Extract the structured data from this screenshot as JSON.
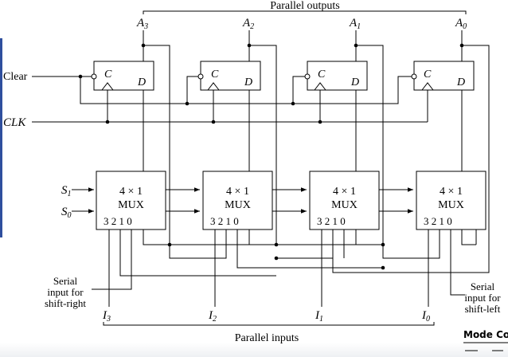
{
  "diagram": {
    "title_top": "Parallel outputs",
    "title_bottom": "Parallel inputs",
    "outputs": [
      {
        "main": "A",
        "sub": "3"
      },
      {
        "main": "A",
        "sub": "2"
      },
      {
        "main": "A",
        "sub": "1"
      },
      {
        "main": "A",
        "sub": "0"
      }
    ],
    "inputs": [
      {
        "main": "I",
        "sub": "3"
      },
      {
        "main": "I",
        "sub": "2"
      },
      {
        "main": "I",
        "sub": "1"
      },
      {
        "main": "I",
        "sub": "0"
      }
    ],
    "clear_label": "Clear",
    "clk_label": "CLK",
    "select": [
      {
        "main": "S",
        "sub": "1"
      },
      {
        "main": "S",
        "sub": "0"
      }
    ],
    "flipflop": {
      "clear_pin": "C",
      "data_pin": "D"
    },
    "mux": {
      "line1": "4 × 1",
      "line2": "MUX",
      "pins": "3 2 1 0"
    },
    "serial_right": [
      "Serial",
      "input for",
      "shift-right"
    ],
    "serial_left": [
      "Serial",
      "input for",
      "shift-left"
    ],
    "mode_control": "Mode Contr"
  }
}
